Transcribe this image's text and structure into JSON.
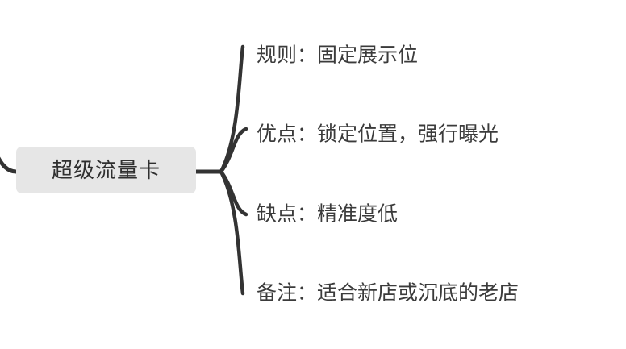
{
  "diagram": {
    "type": "mind-map",
    "orientation": "left-to-right",
    "background_color": "#ffffff",
    "stroke_color": "#333333",
    "root": {
      "label": "超级流量卡",
      "fill_color": "#e6e6e6",
      "text_color": "#2f2f2f"
    },
    "branches": [
      {
        "label": "规则：固定展示位",
        "text_color": "#3b3b3b"
      },
      {
        "label": "优点：锁定位置，强行曝光",
        "text_color": "#3b3b3b"
      },
      {
        "label": "缺点：精准度低",
        "text_color": "#3b3b3b"
      },
      {
        "label": "备注：适合新店或沉底的老店",
        "text_color": "#3b3b3b"
      }
    ]
  }
}
